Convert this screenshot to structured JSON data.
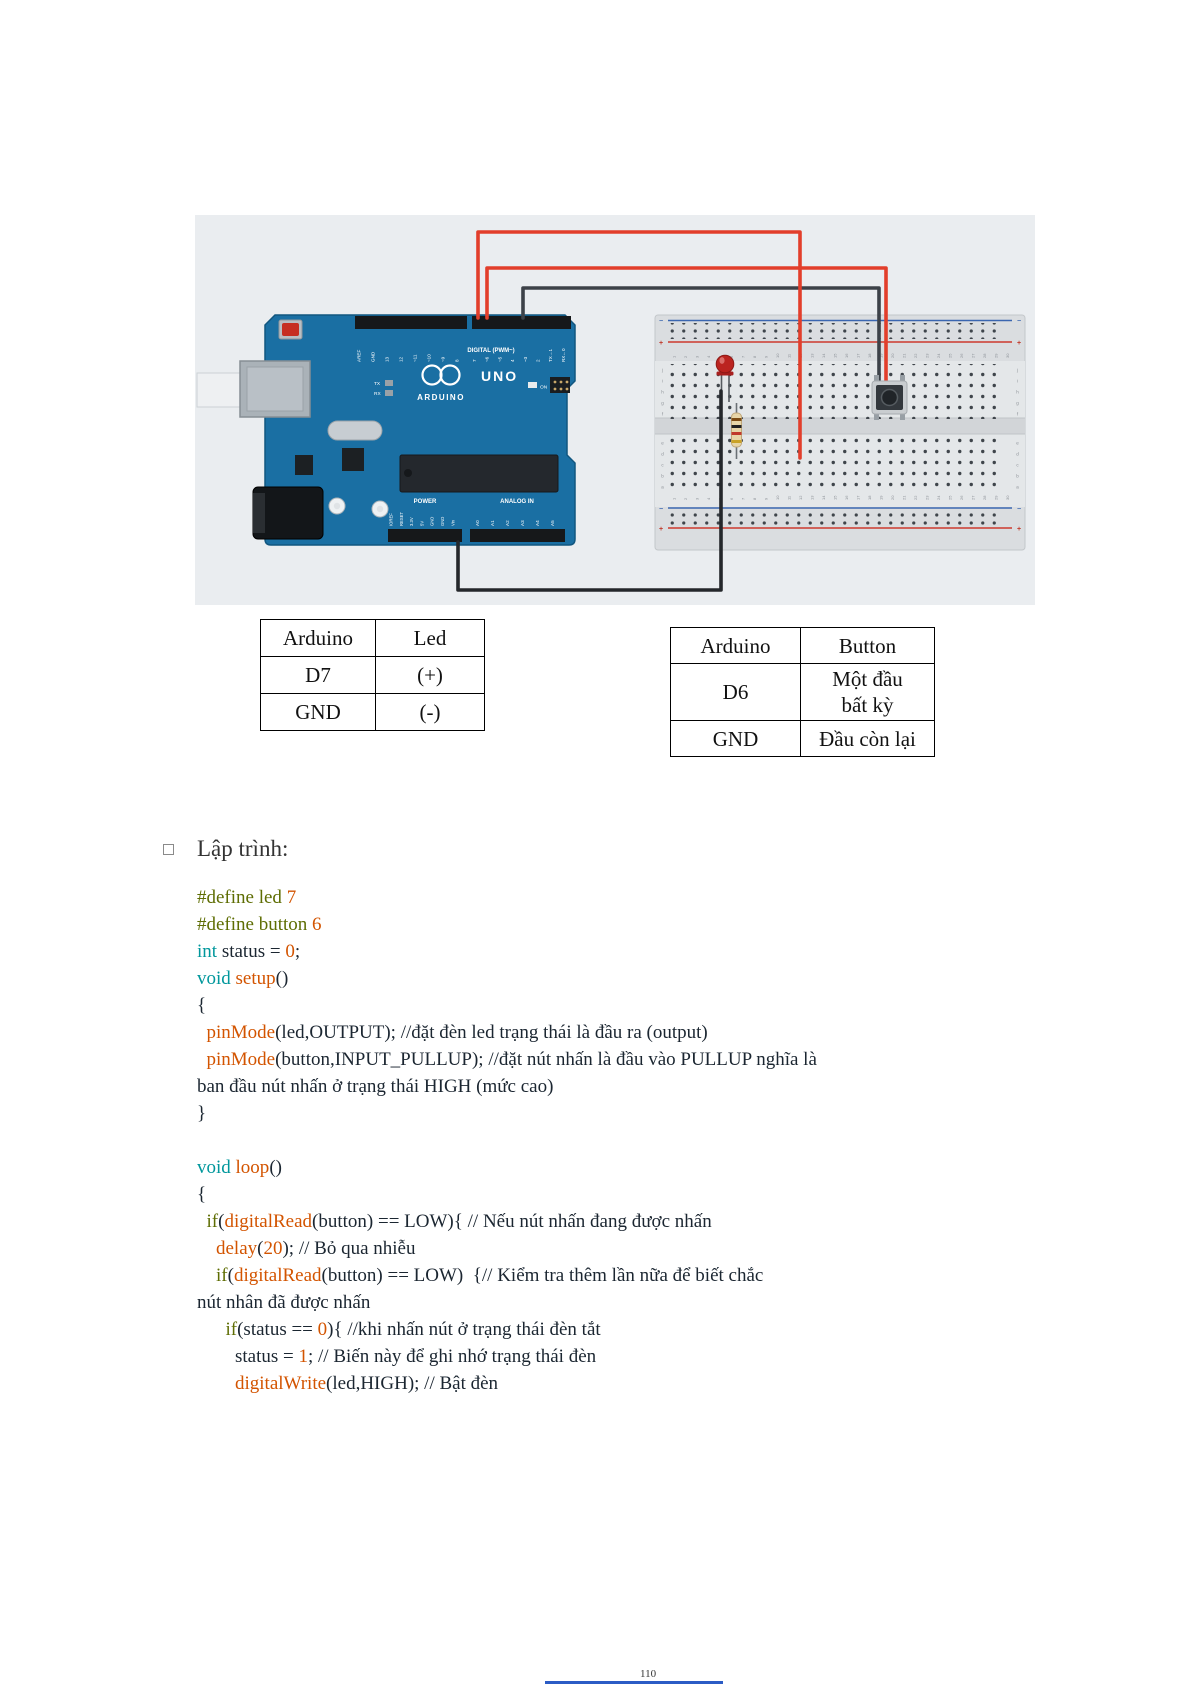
{
  "page": {
    "heading": "Lập trình:",
    "footer_page_ref": "110"
  },
  "figure": {
    "bg_color": "#eaedf0",
    "arduino": {
      "board_color": "#1a6fa3",
      "digital_label": "DIGITAL (PWM~)",
      "brand": "ARDUINO",
      "model": "UNO",
      "tx_label": "TX",
      "rx_label": "RX",
      "on_label": "ON",
      "power_label": "POWER",
      "analog_label": "ANALOG IN",
      "digital_pins": [
        "AREF",
        "GND",
        "13",
        "12",
        "~11",
        "~10",
        "~9",
        "8",
        "7",
        "~6",
        "~5",
        "4",
        "~3",
        "2",
        "TX→1",
        "RX←0"
      ],
      "power_pins": [
        "IOREF",
        "RESET",
        "3.3V",
        "5V",
        "GND",
        "GND",
        "Vin"
      ],
      "analog_pins": [
        "A0",
        "A1",
        "A2",
        "A3",
        "A4",
        "A5"
      ]
    },
    "breadboard": {
      "column_numbers": [
        "1",
        "2",
        "3",
        "4",
        "5",
        "6",
        "7",
        "8",
        "9",
        "10",
        "11",
        "12",
        "13",
        "14",
        "15",
        "16",
        "17",
        "18",
        "19",
        "20",
        "21",
        "22",
        "23",
        "24",
        "25",
        "26",
        "27",
        "28",
        "29",
        "30"
      ],
      "row_letters_top": [
        "j",
        "i",
        "h",
        "g",
        "f"
      ],
      "row_letters_bottom": [
        "e",
        "d",
        "c",
        "b",
        "a"
      ],
      "plus": "+",
      "minus": "−"
    },
    "wire_colors": {
      "red": "#e23e2b",
      "dark_gray": "#3c4148",
      "black": "#24272b"
    }
  },
  "tables": {
    "led": {
      "headers": [
        "Arduino",
        "Led"
      ],
      "rows": [
        [
          "D7",
          "(+)"
        ],
        [
          "GND",
          "(-)"
        ]
      ]
    },
    "button": {
      "headers": [
        "Arduino",
        "Button"
      ],
      "rows": [
        [
          "D6",
          "Một đầu\nbất kỳ"
        ],
        [
          "GND",
          "Đầu còn lại"
        ]
      ]
    }
  },
  "code": {
    "colors": {
      "k": "#00979c",
      "d": "#5e6d03",
      "f": "#d35400",
      "n": "#d35400",
      "t": "#1b2631"
    },
    "lines": [
      [
        [
          "d",
          "#define led "
        ],
        [
          "n",
          "7"
        ]
      ],
      [
        [
          "d",
          "#define button "
        ],
        [
          "n",
          "6"
        ]
      ],
      [
        [
          "k",
          "int"
        ],
        [
          "t",
          " status = "
        ],
        [
          "n",
          "0"
        ],
        [
          "t",
          ";"
        ]
      ],
      [
        [
          "k",
          "void "
        ],
        [
          "f",
          "setup"
        ],
        [
          "t",
          "()"
        ]
      ],
      [
        [
          "t",
          "{"
        ]
      ],
      [
        [
          "t",
          "  "
        ],
        [
          "f",
          "pinMode"
        ],
        [
          "t",
          "(led,OUTPUT); //đặt đèn led trạng thái là đầu ra (output)"
        ]
      ],
      [
        [
          "t",
          "  "
        ],
        [
          "f",
          "pinMode"
        ],
        [
          "t",
          "(button,INPUT_PULLUP); //đặt nút nhấn là đầu vào PULLUP nghĩa là"
        ]
      ],
      [
        [
          "t",
          "ban đầu nút nhấn ở trạng thái HIGH (mức cao)"
        ]
      ],
      [
        [
          "t",
          "}"
        ]
      ],
      [],
      [
        [
          "k",
          "void "
        ],
        [
          "f",
          "loop"
        ],
        [
          "t",
          "()"
        ]
      ],
      [
        [
          "t",
          "{"
        ]
      ],
      [
        [
          "t",
          "  "
        ],
        [
          "d",
          "if"
        ],
        [
          "t",
          "("
        ],
        [
          "f",
          "digitalRead"
        ],
        [
          "t",
          "(button) == LOW){ // Nếu nút nhấn đang được nhấn"
        ]
      ],
      [
        [
          "t",
          "    "
        ],
        [
          "f",
          "delay"
        ],
        [
          "t",
          "("
        ],
        [
          "n",
          "20"
        ],
        [
          "t",
          "); // Bỏ qua nhiễu"
        ]
      ],
      [
        [
          "t",
          "    "
        ],
        [
          "d",
          "if"
        ],
        [
          "t",
          "("
        ],
        [
          "f",
          "digitalRead"
        ],
        [
          "t",
          "(button) == LOW)  {// Kiểm tra thêm lần nữa để biết chắc"
        ]
      ],
      [
        [
          "t",
          "nút nhân đã được nhấn"
        ]
      ],
      [
        [
          "t",
          "      "
        ],
        [
          "d",
          "if"
        ],
        [
          "t",
          "(status == "
        ],
        [
          "n",
          "0"
        ],
        [
          "t",
          "){ //khi nhấn nút ở trạng thái đèn tắt"
        ]
      ],
      [
        [
          "t",
          "        status = "
        ],
        [
          "n",
          "1"
        ],
        [
          "t",
          "; // Biến này để ghi nhớ trạng thái đèn"
        ]
      ],
      [
        [
          "t",
          "        "
        ],
        [
          "f",
          "digitalWrite"
        ],
        [
          "t",
          "(led,HIGH); // Bật đèn"
        ]
      ]
    ]
  }
}
